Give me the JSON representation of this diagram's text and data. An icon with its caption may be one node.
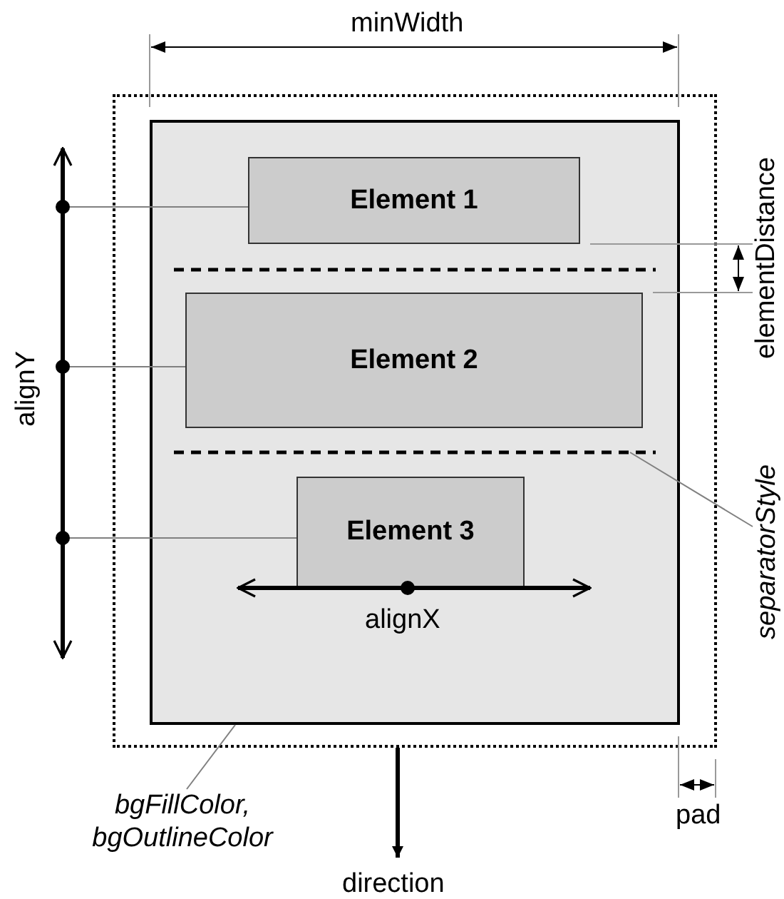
{
  "diagram": {
    "nodes": [
      {
        "text": [],
        "shape": "box"
      },
      {
        "text": [],
        "shape": "box",
        "in": 0
      },
      {
        "text": [
          "Element 1"
        ],
        "in": 1
      },
      {
        "text": [
          "Element 2"
        ],
        "in": 1
      },
      {
        "text": [
          "Element 3"
        ],
        "in": 1
      },
      {
        "text": [
          "separatorStyle"
        ]
      },
      {
        "text": [
          "bgFillColor, bgOutlineColor"
        ]
      }
    ],
    "edges": [
      {
        "from": 5,
        "to": null,
        "arrow": "none"
      },
      {
        "from": 6,
        "to": 1,
        "arrow": "none"
      }
    ],
    "labels": [
      "minWidth",
      "elementDistance",
      "alignY",
      "alignX",
      "pad",
      "direction"
    ]
  }
}
